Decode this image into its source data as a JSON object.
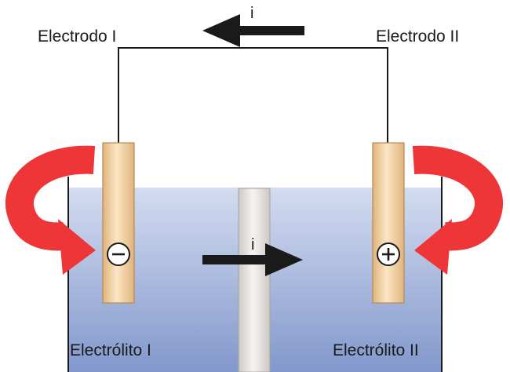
{
  "labels": {
    "electrode_left": "Electrodo I",
    "electrode_right": "Electrodo II",
    "electrolyte_left": "Electrólito I",
    "electrolyte_right": "Electrólito II",
    "current_top": "i",
    "current_bridge": "i",
    "minus_sign": "−",
    "plus_sign": "+"
  },
  "colors": {
    "red_arrow": "#ee3537",
    "electrolyte_top": "#d3dcf0",
    "electrolyte_bottom": "#8298cc",
    "electrode_fill": "#f1d2a3",
    "bridge_fill": "#eae6e3",
    "wire": "#1a1a1a"
  }
}
